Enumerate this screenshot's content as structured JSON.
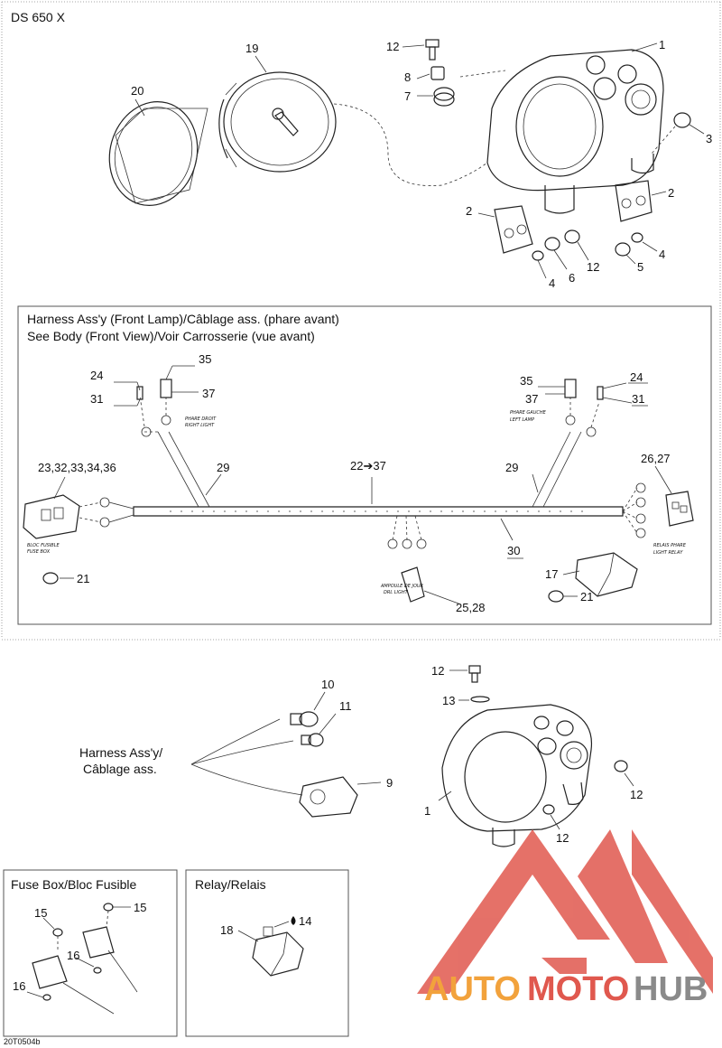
{
  "diagram": {
    "model_title": "DS 650 X",
    "drawing_code": "20T0504b",
    "colors": {
      "watermark_red": "#e0584e",
      "watermark_orange": "#f2a23c",
      "watermark_gray": "#8a8a8a"
    }
  },
  "harness_section": {
    "title_line1": "Harness Ass'y (Front Lamp)/Câblage ass. (phare avant)",
    "title_line2": "See Body (Front View)/Voir Carrosserie (vue avant)",
    "tiny_labels": {
      "phare_droit_1": "PHARE DROIT",
      "phare_droit_2": "RIGHT LIGHT",
      "phare_gauche_1": "PHARE GAUCHE",
      "phare_gauche_2": "LEFT LAMP",
      "bloc_fusible_1": "BLOC FUSIBLE",
      "bloc_fusible_2": "FUSE BOX",
      "ampoule_1": "AMPOULE DE JOUR",
      "ampoule_2": "DRL LIGHT",
      "relais_1": "RELAIS PHARE",
      "relais_2": "LIGHT RELAY"
    }
  },
  "lower_section": {
    "harness_label_1": "Harness Ass'y/",
    "harness_label_2": "Câblage ass."
  },
  "fuse_box_panel": {
    "title": "Fuse Box/Bloc Fusible"
  },
  "relay_panel": {
    "title": "Relay/Relais"
  },
  "callouts": {
    "c1a": "1",
    "c2a": "2",
    "c2b": "2",
    "c3": "3",
    "c4a": "4",
    "c4b": "4",
    "c5": "5",
    "c6": "6",
    "c7": "7",
    "c8": "8",
    "c12a": "12",
    "c12b": "12",
    "c19": "19",
    "c20": "20",
    "c24a": "24",
    "c31a": "31",
    "c35a": "35",
    "c37a": "37",
    "c35b": "35",
    "c37b": "37",
    "c24b": "24",
    "c31b": "31",
    "c23set": "23,32,33,34,36",
    "c29a": "29",
    "c22range": "22➔37",
    "c29b": "29",
    "c26set": "26,27",
    "c30": "30",
    "c21a": "21",
    "c17": "17",
    "c21b": "21",
    "c25set": "25,28",
    "c10": "10",
    "c11": "11",
    "c9": "9",
    "c12c": "12",
    "c13": "13",
    "c1b": "1",
    "c12d": "12",
    "c12e": "12",
    "c15a": "15",
    "c15b": "15",
    "c16a": "16",
    "c16b": "16",
    "c18": "18",
    "c14": "14"
  },
  "watermark": {
    "brand_part1": "AUTO",
    "brand_part2": "MOTO",
    "brand_part3": "HUB"
  }
}
